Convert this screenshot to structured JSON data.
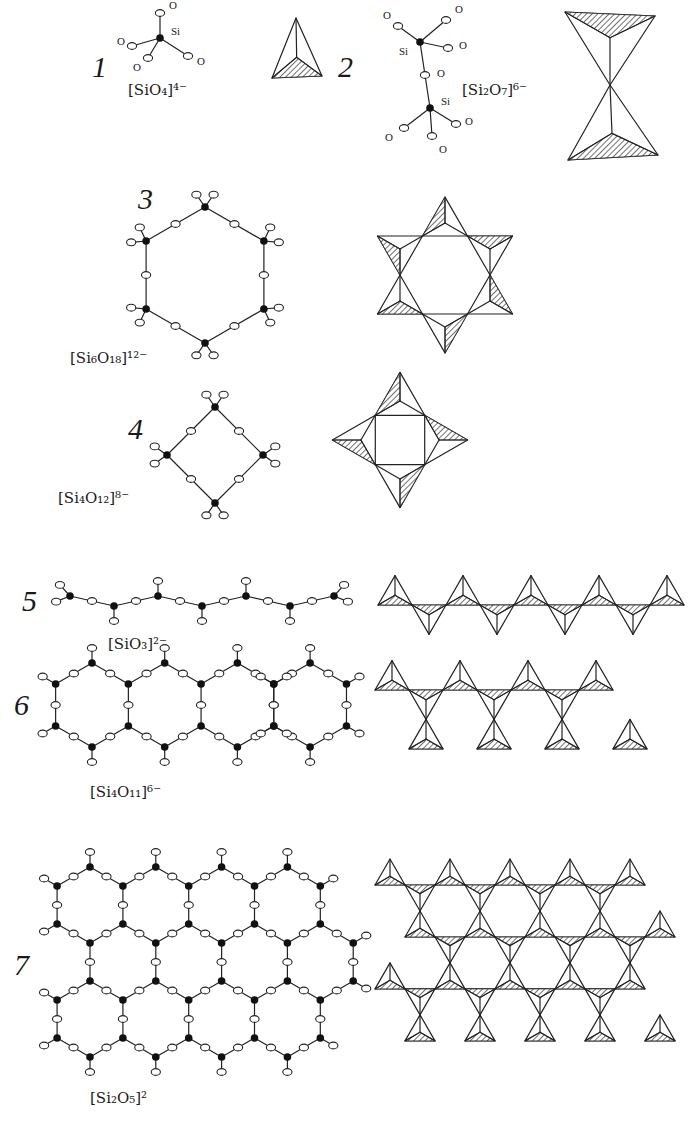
{
  "diagram": {
    "labels": [
      "1",
      "O",
      "O",
      "O",
      "O",
      "Si",
      "[SiO₄]⁴⁻",
      "2",
      "O",
      "O",
      "O",
      "Si",
      "O",
      "Si",
      "O",
      "O",
      "O",
      "[Si₂O₇]⁶⁻",
      "3",
      "[Si₆O₁₈]¹²⁻",
      "4",
      "[Si₄O₁₂]⁸⁻",
      "5",
      "[SiO₃]²⁻",
      "6",
      "[Si₄O₁₁]⁶⁻",
      "7",
      "[Si₂O₅]²"
    ]
  }
}
